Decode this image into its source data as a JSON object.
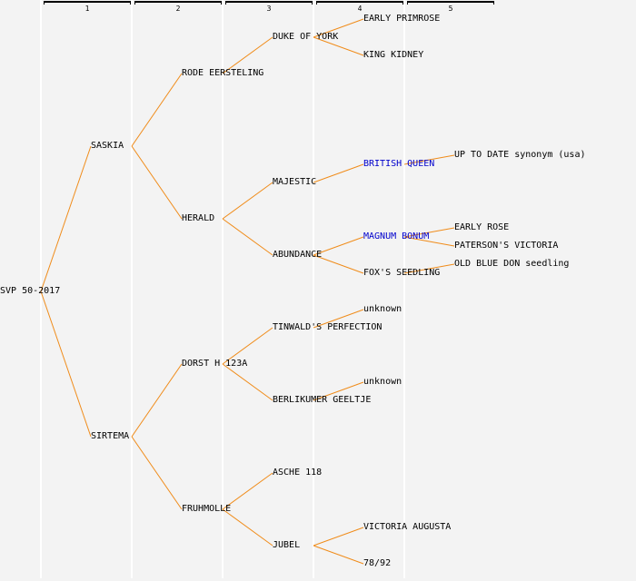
{
  "colors": {
    "line": "#f08c1a",
    "highlight": "#0000cc",
    "text": "#000000",
    "background": "#f3f3f3"
  },
  "generation_headers": [
    "1",
    "2",
    "3",
    "4",
    "5"
  ],
  "pedigree": {
    "name": "SVP 50-2017",
    "parents": [
      {
        "name": "SASKIA",
        "parents": [
          {
            "name": "RODE EERSTELING",
            "parents": [
              {
                "name": "DUKE OF YORK",
                "parents": [
                  {
                    "name": "EARLY PRIMROSE"
                  },
                  {
                    "name": "KING KIDNEY"
                  }
                ]
              }
            ]
          },
          {
            "name": "HERALD",
            "parents": [
              {
                "name": "MAJESTIC",
                "parents": [
                  {
                    "name": "BRITISH QUEEN",
                    "highlight": true,
                    "parents": [
                      {
                        "name": "UP TO DATE synonym (usa)"
                      }
                    ]
                  }
                ]
              },
              {
                "name": "ABUNDANCE",
                "parents": [
                  {
                    "name": "MAGNUM BONUM",
                    "highlight": true,
                    "parents": [
                      {
                        "name": "EARLY ROSE"
                      },
                      {
                        "name": "PATERSON'S VICTORIA"
                      }
                    ]
                  },
                  {
                    "name": "FOX'S SEEDLING",
                    "parents": [
                      {
                        "name": "OLD BLUE DON seedling"
                      }
                    ]
                  }
                ]
              }
            ]
          }
        ]
      },
      {
        "name": "SIRTEMA",
        "parents": [
          {
            "name": "DORST H 123A",
            "parents": [
              {
                "name": "TINWALD'S PERFECTION",
                "parents": [
                  {
                    "name": "unknown"
                  }
                ]
              },
              {
                "name": "BERLIKUMER GEELTJE",
                "parents": [
                  {
                    "name": "unknown"
                  }
                ]
              }
            ]
          },
          {
            "name": "FRUHMOLLE",
            "parents": [
              {
                "name": "ASCHE 118"
              },
              {
                "name": "JUBEL",
                "parents": [
                  {
                    "name": "VICTORIA AUGUSTA"
                  },
                  {
                    "name": "78/92"
                  }
                ]
              }
            ]
          }
        ]
      }
    ]
  }
}
